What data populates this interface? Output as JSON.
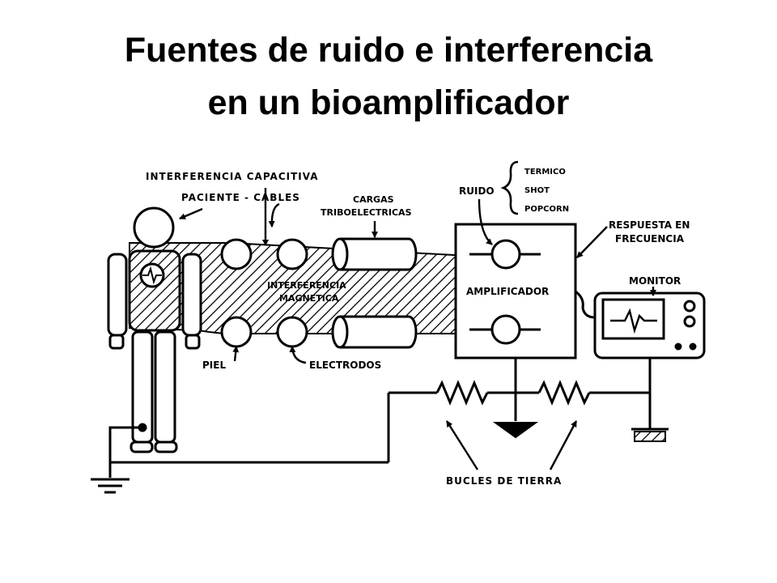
{
  "slide": {
    "title_line1": "Fuentes de ruido e interferencia",
    "title_line2": "en un bioamplificador"
  },
  "diagram": {
    "labels": {
      "capacitive_interference": "INTERFERENCIA CAPACITIVA",
      "patient_cables": "PACIENTE - CABLES",
      "triboelectric_charges_1": "CARGAS",
      "triboelectric_charges_2": "TRIBOELECTRICAS",
      "noise": "RUIDO",
      "noise_thermal": "TERMICO",
      "noise_shot": "SHOT",
      "noise_popcorn": "POPCORN",
      "frequency_response_1": "RESPUESTA EN",
      "frequency_response_2": "FRECUENCIA",
      "magnetic_interference_1": "INTERFERENCIA",
      "magnetic_interference_2": "MAGNETICA",
      "amplifier": "AMPLIFICADOR",
      "monitor": "MONITOR",
      "skin": "PIEL",
      "electrodes": "ELECTRODOS",
      "ground_loops": "BUCLES DE TIERRA"
    }
  }
}
